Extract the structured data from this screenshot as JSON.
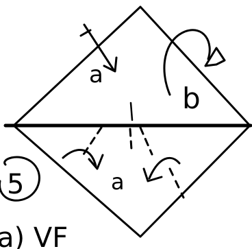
{
  "diagram": {
    "step_number": "5",
    "top_left_label": "a",
    "top_right_label": "b",
    "bottom_label": "a",
    "step_note": "a) VF",
    "ink_color": "#000000",
    "background": "#ffffff"
  }
}
